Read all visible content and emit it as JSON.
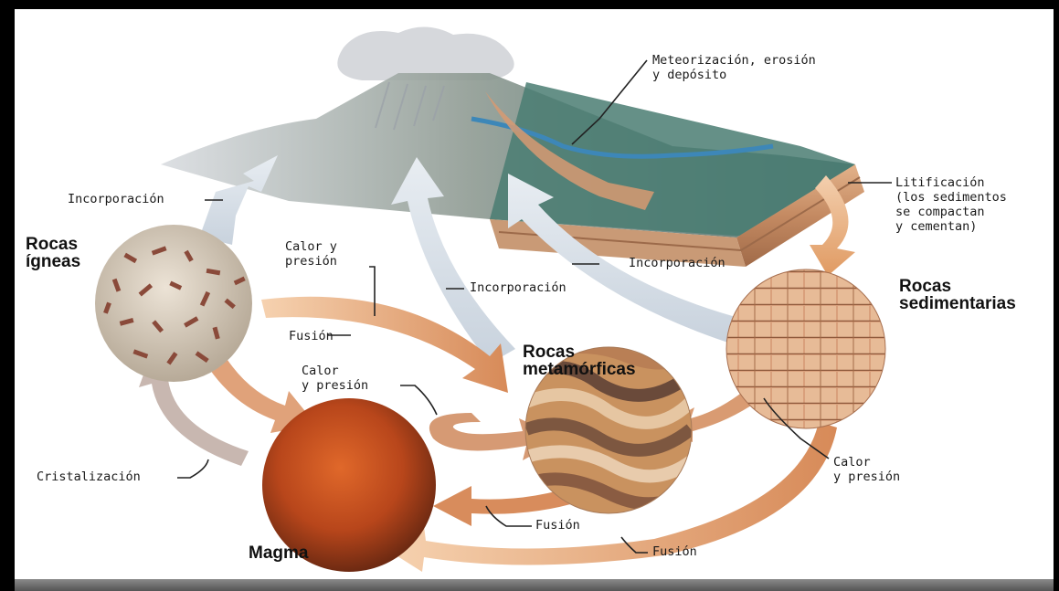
{
  "diagram": {
    "nodes": {
      "igneous": "Rocas\nígneas",
      "sedimentary": "Rocas\nsedimentarias",
      "metamorphic": "Rocas\nmetamórficas",
      "magma": "Magma"
    },
    "processes": {
      "weathering": "Meteorización, erosión\ny depósito",
      "lithification": "Litificación\n(los sedimentos\nse compactan\ny cementan)",
      "uplift_left": "Incorporación",
      "uplift_center": "Incorporación",
      "uplift_right": "Incorporación",
      "heat_pressure_top": "Calor y\npresión",
      "heat_pressure_middle": "Calor\ny presión",
      "heat_pressure_right": "Calor\ny presión",
      "melting_igneous": "Fusión",
      "melting_metamorphic": "Fusión",
      "melting_sedimentary": "Fusión",
      "crystallization": "Cristalización"
    }
  }
}
